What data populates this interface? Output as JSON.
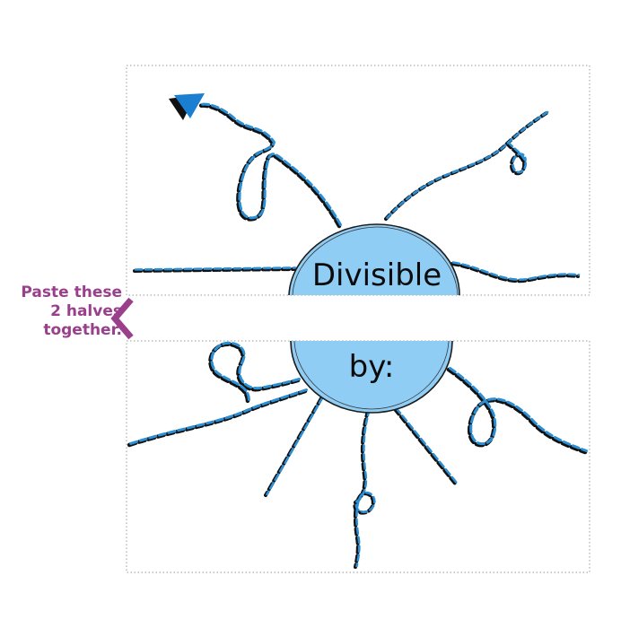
{
  "top_half": {
    "label": "Divisible"
  },
  "bottom_half": {
    "label": "by:"
  },
  "instruction": {
    "lines": [
      "Paste these",
      "2 halves",
      "together."
    ],
    "color": "#9a3f8c"
  },
  "colors": {
    "bubble_fill": "#8fcdf5",
    "dash_blue": "#2a8fd4",
    "dash_black": "#111111",
    "arrow": "#1a7fd0"
  },
  "icons": [
    "arrowhead-icon",
    "chevron-left-icon"
  ]
}
